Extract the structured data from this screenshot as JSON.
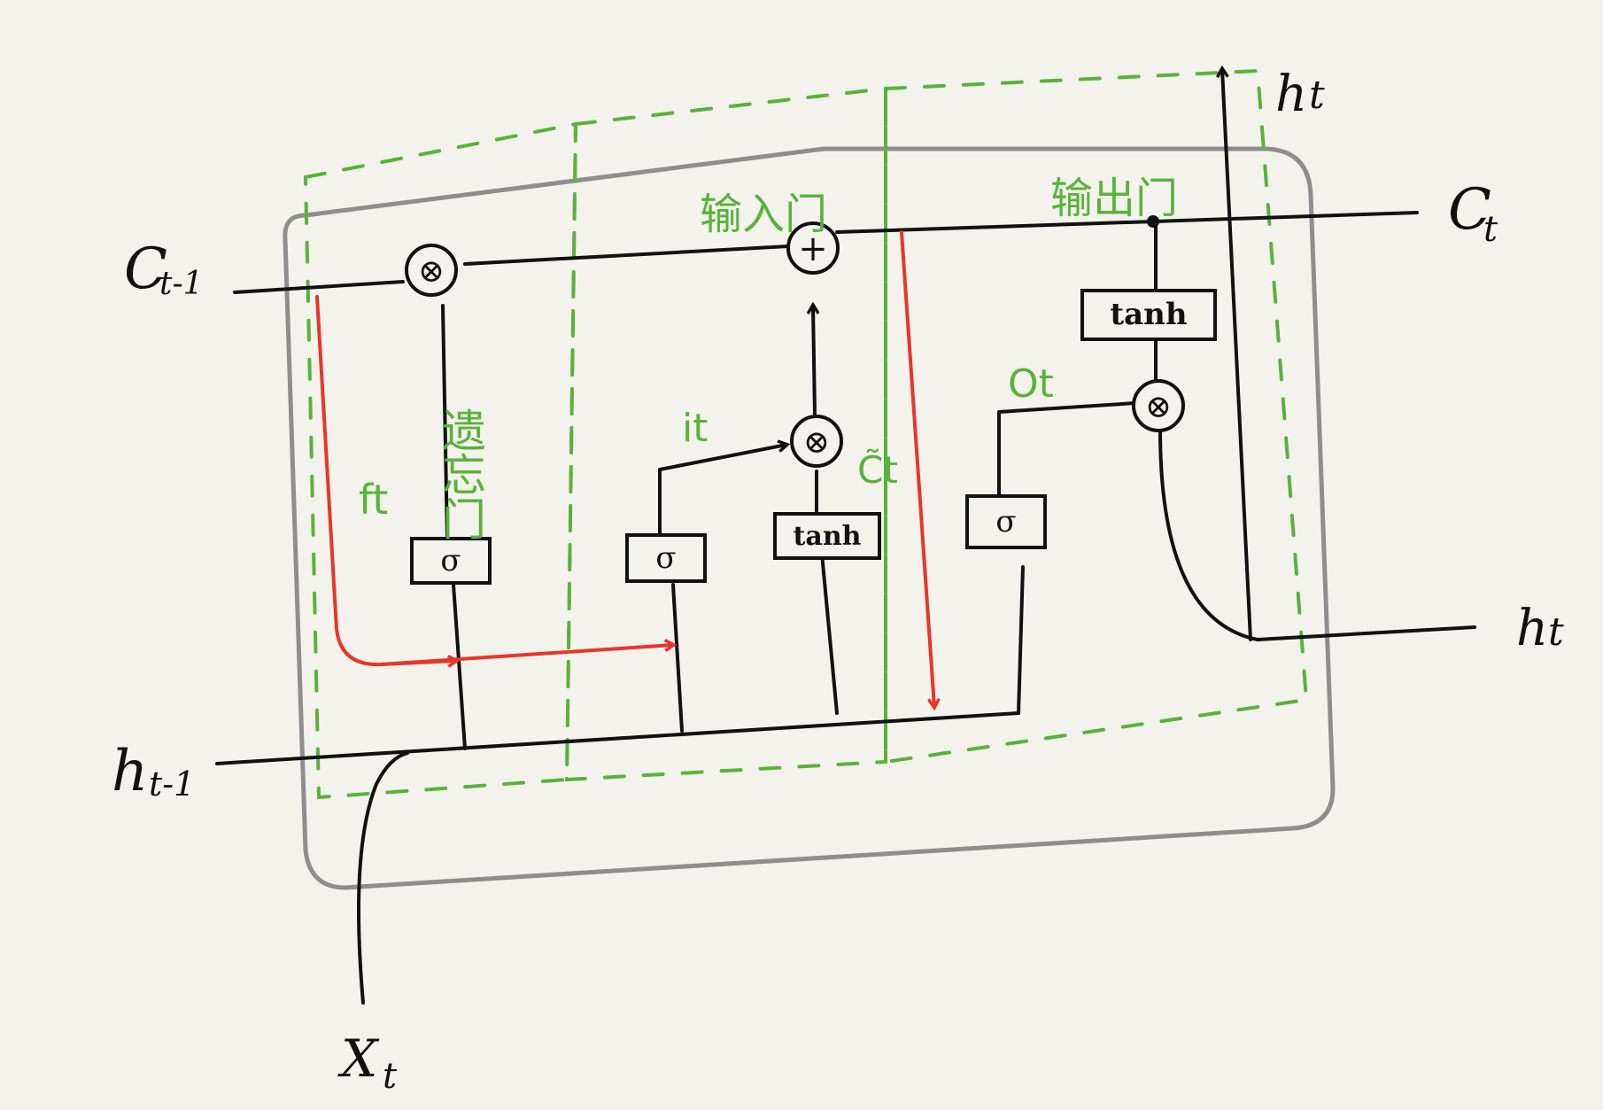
{
  "labels": {
    "c_prev": "C",
    "c_prev_sub": "t-1",
    "h_prev": "h",
    "h_prev_sub": "t-1",
    "x_t": "X",
    "x_t_sub": "t",
    "c_t": "C",
    "c_t_sub": "t",
    "h_t_top": "h",
    "h_t_top_sub": "t",
    "h_t_right": "h",
    "h_t_right_sub": "t",
    "f_t": "ft",
    "forget_gate": "遗忘门",
    "i_t": "it",
    "c_tilde": "C̃t",
    "input_gate": "输入门",
    "o_t": "Ot",
    "output_gate": "输出门"
  },
  "gates": {
    "sigma": "σ",
    "tanh": "tanh",
    "multiply": "⊗",
    "add": "+"
  },
  "colors": {
    "ink": "#111111",
    "cell_border": "#8e8e8e",
    "gate_annotation": "#59b33b",
    "gradient_arrow": "#e8362a",
    "paper": "#f4f2ec"
  }
}
